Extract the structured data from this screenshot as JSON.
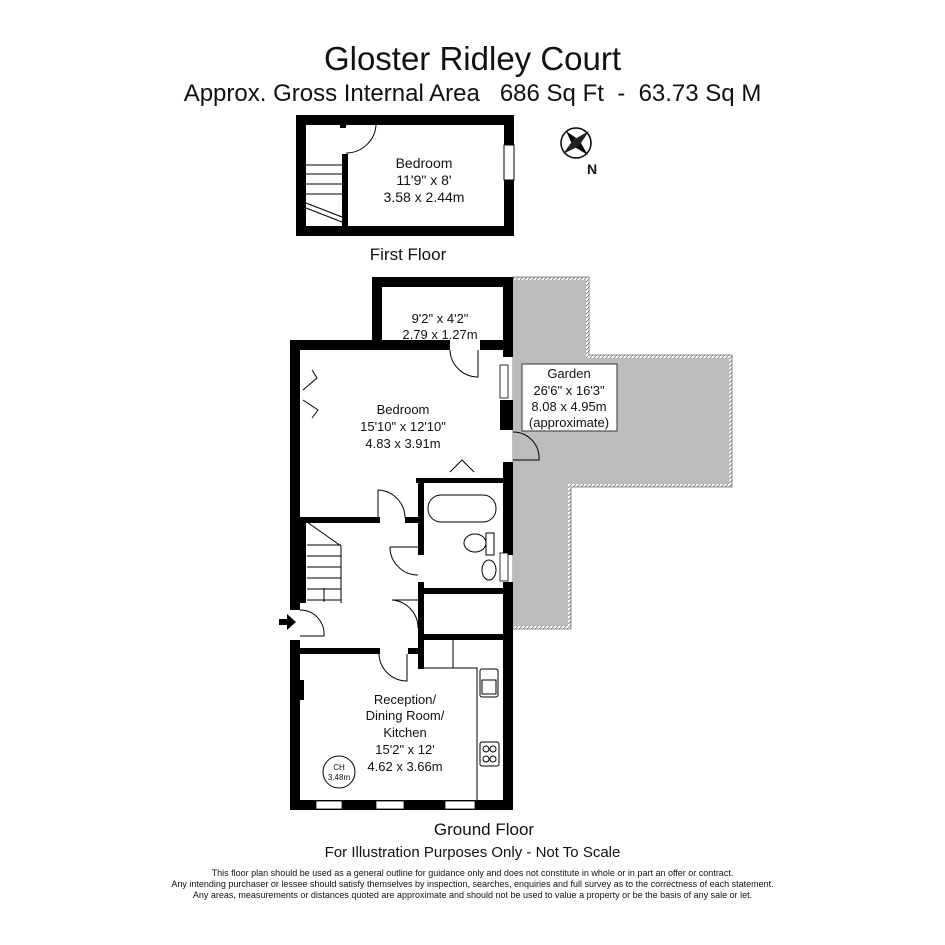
{
  "header": {
    "title": "Gloster Ridley Court",
    "subtitle": "Approx. Gross Internal Area   686 Sq Ft  -  63.73 Sq M"
  },
  "compass": {
    "icon": "compass-rose-icon",
    "label": "N"
  },
  "first_floor": {
    "label": "First Floor",
    "rooms": [
      {
        "name": "Bedroom",
        "imperial": "11'9\" x 8'",
        "metric": "3.58 x 2.44m"
      }
    ]
  },
  "ground_floor": {
    "label": "Ground Floor",
    "rooms": [
      {
        "name": "",
        "imperial": "9'2\" x 4'2\"",
        "metric": "2.79 x 1.27m"
      },
      {
        "name": "Bedroom",
        "imperial": "15'10\" x 12'10\"",
        "metric": "4.83 x 3.91m"
      },
      {
        "name": "Garden",
        "imperial": "26'6\" x 16'3\"",
        "metric": "8.08 x 4.95m",
        "note": "(approximate)"
      },
      {
        "name_lines": [
          "Reception/",
          "Dining Room/",
          "Kitchen"
        ],
        "imperial": "15'2\" x 12'",
        "metric": "4.62 x 3.66m"
      }
    ],
    "ceiling_height": {
      "label": "CH",
      "value": "3.48m"
    }
  },
  "footer": {
    "disclaimer_title": "For Illustration Purposes Only - Not To Scale",
    "lines": [
      "This floor plan should be used as a general outline for guidance only and does not constitute in whole or in part an offer or contract.",
      "Any intending purchaser or lessee should satisfy themselves by inspection, searches, enquiries and full survey as to the correctness of each statement.",
      "Any areas, measurements or distances quoted are approximate and should not be used to value a property or be the basis of any sale or let."
    ]
  },
  "colors": {
    "wall": "#000000",
    "garden": "#bcbcbc"
  }
}
